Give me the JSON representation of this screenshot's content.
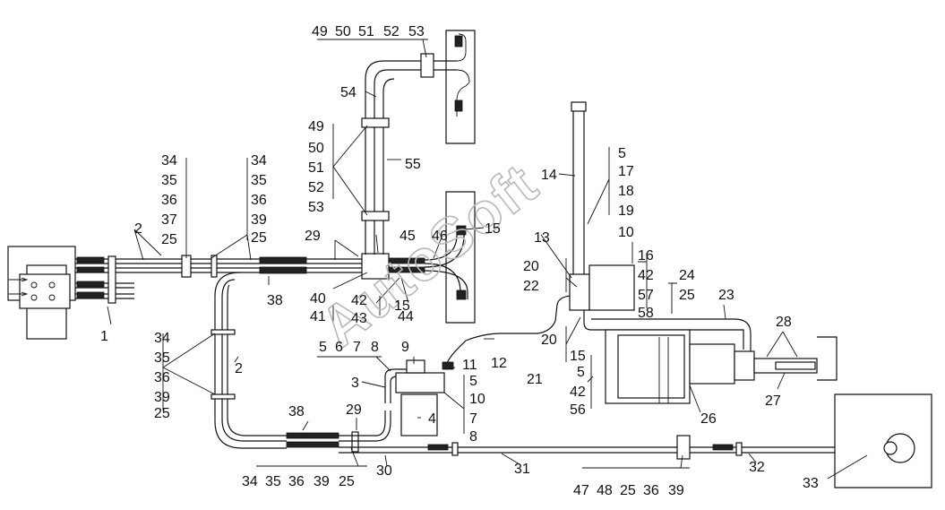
{
  "watermark": "AutoSoft",
  "callouts": {
    "top_group": [
      "49",
      "50",
      "51",
      "52",
      "53"
    ],
    "mid_group": [
      "49",
      "50",
      "51",
      "52",
      "53"
    ],
    "left_group_a": [
      "34",
      "35",
      "36",
      "37",
      "25"
    ],
    "left_group_b": [
      "34",
      "35",
      "36",
      "39",
      "25"
    ],
    "lower_left_group": [
      "34",
      "35",
      "36",
      "39",
      "25"
    ],
    "bottom_group_left": [
      "34",
      "35",
      "36",
      "39",
      "25"
    ],
    "bottom_group_right": [
      "47",
      "48",
      "25",
      "36",
      "39"
    ],
    "right_top_group": [
      "5",
      "17",
      "18",
      "19"
    ],
    "right_box_group": [
      "16",
      "42",
      "57",
      "58"
    ],
    "center_group_a": [
      "40",
      "41"
    ],
    "center_group_b": [
      "42",
      "43"
    ],
    "valve_group": [
      "5",
      "6",
      "7",
      "8"
    ],
    "valve_right_group": [
      "5",
      "10",
      "7",
      "8"
    ],
    "lower_right_group": [
      "15",
      "5",
      "42",
      "56"
    ],
    "pair_20_22": [
      "20",
      "22"
    ],
    "pair_20_21": [
      "20",
      "21"
    ],
    "pair_24_25": [
      "24",
      "25"
    ],
    "singles": {
      "n1": "1",
      "n2a": "2",
      "n2b": "2",
      "n3": "3",
      "n4": "4",
      "n9": "9",
      "n10": "10",
      "n11": "11",
      "n12": "12",
      "n13": "13",
      "n14": "14",
      "n15a": "15",
      "n15b": "15",
      "n23": "23",
      "n26": "26",
      "n27": "27",
      "n28": "28",
      "n29a": "29",
      "n29b": "29",
      "n30": "30",
      "n31": "31",
      "n32": "32",
      "n33": "33",
      "n38a": "38",
      "n38b": "38",
      "n44": "44",
      "n45": "45",
      "n46": "46",
      "n54": "54",
      "n55": "55"
    }
  }
}
